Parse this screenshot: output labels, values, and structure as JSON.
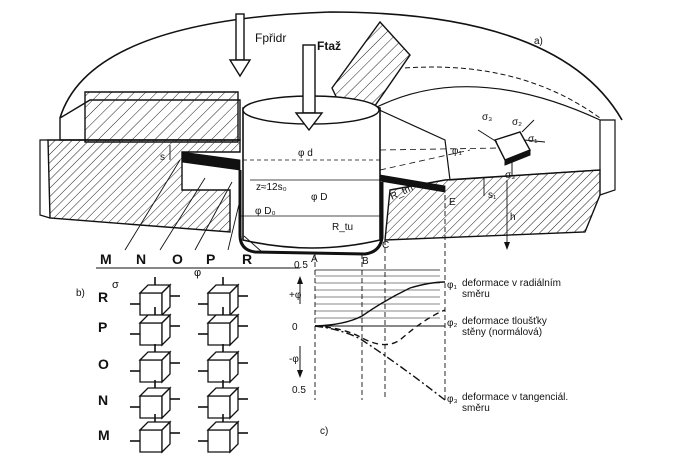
{
  "figure": {
    "panel_a": "a)",
    "panel_b": "b)",
    "panel_c": "c)",
    "force_holder": "Fpřidr",
    "force_draw": "Ftaž",
    "dim_d": "φ d",
    "dim_D": "φ D",
    "dim_D0": "φ D₀",
    "z_label": "z≈12s₀",
    "r_tm": "R_tm",
    "r_tu": "R_tu",
    "s_label": "s",
    "s1_label": "s₁",
    "h_label": "h",
    "sigma1": "σ₁",
    "sigma2": "σ₂",
    "sigma3": "σ₃",
    "phi1": "φ₁",
    "phi_top": "φ₁",
    "pts": [
      "A",
      "B",
      "C",
      "E"
    ],
    "zones": [
      "M",
      "N",
      "O",
      "P",
      "R"
    ],
    "sigma_col": "σ",
    "phi_col": "φ",
    "axis_plus": "+φ",
    "axis_minus": "-φ",
    "tick_top": "0.5",
    "tick_zero": "0",
    "tick_bottom": "0.5",
    "curve1_label_1": "deformace v radiálním",
    "curve1_label_2": "směru",
    "curve2_label_1": "deformace tloušťky",
    "curve2_label_2": "stěny (normálová)",
    "curve3_label_1": "deformace v tangenciál.",
    "curve3_label_2": "směru",
    "phi_sym_1": "φ₁",
    "phi_sym_2": "φ₂",
    "phi_sym_3": "φ₃"
  }
}
